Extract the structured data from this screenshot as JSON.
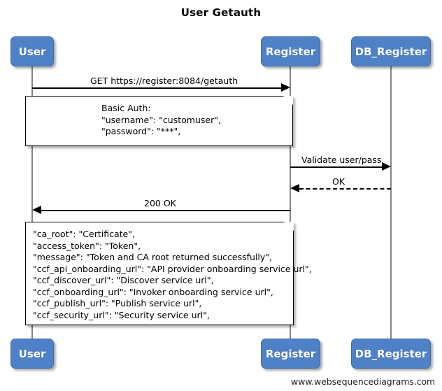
{
  "title": "User Getauth",
  "footer": "www.websequencediagrams.com",
  "colors": {
    "participant_fill": "#4f81c7",
    "participant_text": "#ffffff",
    "lifeline": "#848484",
    "line": "#000000",
    "note_fill": "#ffffff",
    "background": "#ffffff"
  },
  "participants": [
    {
      "name": "User",
      "label": "User"
    },
    {
      "name": "Register",
      "label": "Register"
    },
    {
      "name": "DB_Register",
      "label": "DB_Register"
    }
  ],
  "participants_bottom": [
    {
      "label": "User"
    },
    {
      "label": "Register"
    },
    {
      "label": "DB_Register"
    }
  ],
  "messages": [
    {
      "label": "GET https://register:8084/getauth",
      "from": "User",
      "to": "Register",
      "style": "solid",
      "direction": "right"
    },
    {
      "label": "Validate user/pass",
      "from": "Register",
      "to": "DB_Register",
      "style": "solid",
      "direction": "right"
    },
    {
      "label": "OK",
      "from": "DB_Register",
      "to": "Register",
      "style": "dashed",
      "direction": "left"
    },
    {
      "label": "200 OK",
      "from": "Register",
      "to": "User",
      "style": "solid",
      "direction": "left"
    }
  ],
  "notes": [
    {
      "name": "basic-auth-note",
      "lines": [
        "Basic Auth:",
        "    \"username\": \"customuser\",",
        "    \"password\": \"***\","
      ]
    },
    {
      "name": "response-payload-note",
      "lines": [
        "\"ca_root\": \"Certificate\",",
        "\"access_token\": \"Token\",",
        "\"message\": \"Token and CA root returned successfully\",",
        "\"ccf_api_onboarding_url\": \"API provider onboarding service url\",",
        "\"ccf_discover_url\": \"Discover service url\",",
        "\"ccf_onboarding_url\": \"Invoker onboarding service url\",",
        "\"ccf_publish_url\": \"Publish service url\",",
        "\"ccf_security_url\": \"Security service url\","
      ]
    }
  ]
}
